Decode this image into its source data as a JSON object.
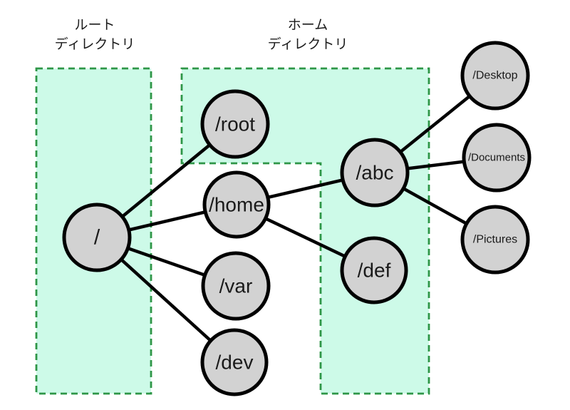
{
  "captions": {
    "root_region": {
      "line1": "ルート",
      "line2": "ディレクトリ"
    },
    "home_region": {
      "line1": "ホーム",
      "line2": "ディレクトリ"
    }
  },
  "nodes": {
    "root": {
      "label": "/"
    },
    "slashroot": {
      "label": "/root"
    },
    "home": {
      "label": "/home"
    },
    "var": {
      "label": "/var"
    },
    "dev": {
      "label": "/dev"
    },
    "abc": {
      "label": "/abc"
    },
    "def": {
      "label": "/def"
    },
    "desktop": {
      "label": "/Desktop"
    },
    "documents": {
      "label": "/Documents"
    },
    "pictures": {
      "label": "/Pictures"
    }
  },
  "edges": [
    {
      "from": "/",
      "to": "/root"
    },
    {
      "from": "/",
      "to": "/home"
    },
    {
      "from": "/",
      "to": "/var"
    },
    {
      "from": "/",
      "to": "/dev"
    },
    {
      "from": "/home",
      "to": "/abc"
    },
    {
      "from": "/home",
      "to": "/def"
    },
    {
      "from": "/abc",
      "to": "/Desktop"
    },
    {
      "from": "/abc",
      "to": "/Documents"
    },
    {
      "from": "/abc",
      "to": "/Pictures"
    }
  ],
  "colors": {
    "background": "#ffffff",
    "region_fill": "#cdfae8",
    "region_border": "#2e9647",
    "node_fill": "#d2d2d2",
    "node_border": "#000000",
    "edge": "#000000",
    "text": "#1a1a1a"
  }
}
